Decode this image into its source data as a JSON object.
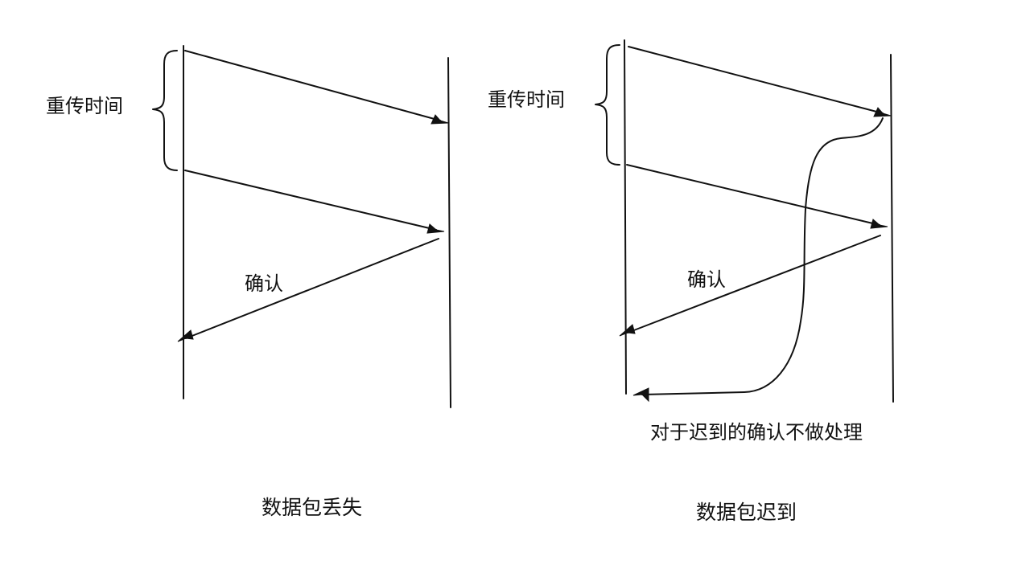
{
  "left_panel": {
    "brace_label": "重传时间",
    "ack_label": "确认",
    "caption": "数据包丢失"
  },
  "right_panel": {
    "brace_label": "重传时间",
    "ack_label": "确认",
    "late_ack_note": "对于迟到的确认不做处理",
    "caption": "数据包迟到"
  }
}
